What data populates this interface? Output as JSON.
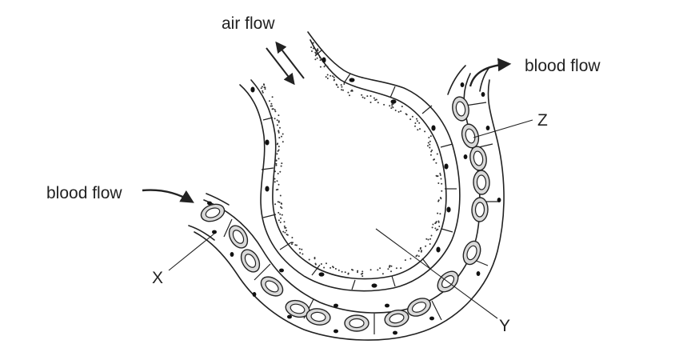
{
  "labels": {
    "air_flow": "air flow",
    "blood_flow_out": "blood flow",
    "blood_flow_in": "blood flow",
    "x": "X",
    "y": "Y",
    "z": "Z"
  }
}
